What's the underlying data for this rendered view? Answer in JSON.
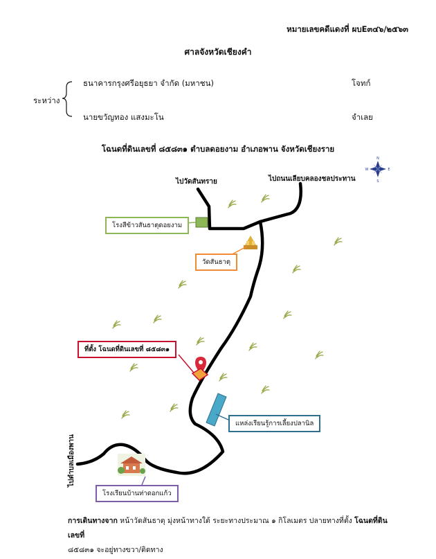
{
  "header": {
    "case_number": "หมายเลขคดีแดงที่ ผบE๓๔๖/๒๕๖๓",
    "court": "ศาลจังหวัดเชียงคำ"
  },
  "parties": {
    "between_label": "ระหว่าง",
    "plaintiff": {
      "name": "ธนาคารกรุงศรีอยุธยา จำกัด (มหาชน)",
      "role": "โจทก์"
    },
    "defendant": {
      "name": "นายขวัญทอง  แสงมะโน",
      "role": "จำเลย"
    }
  },
  "map": {
    "title": "โฉนดที่ดินเลขที่ ๘๕๘๓๑ ตำบลดอยงาม อำเภอพาน จังหวัดเชียงราย",
    "compass": {
      "n": "N",
      "s": "S",
      "e": "E",
      "w": "W"
    },
    "road_labels": {
      "to_wat_san_sai": "ไปวัดสันทราย",
      "to_canal_road": "ไปถนนเลียบคลองชลประทาน",
      "to_mueang_phan": "ไปตำบลเมืองพาน"
    },
    "landmarks": {
      "rice_mill": {
        "label": "โรงสีข้าวสันธาตุดอยงาม",
        "color": "#8db657"
      },
      "temple": {
        "label": "วัดสันธาตุ",
        "color": "#f08a33"
      },
      "land_site": {
        "label": "ที่ตั้ง โฉนดที่ดินเลขที่ ๘๕๘๓๑",
        "color": "#c8102e"
      },
      "fish_center": {
        "label": "แหล่งเรียนรู้การเลี้ยงปลานิล",
        "color": "#2e6f8f"
      },
      "school": {
        "label": "โรงเรียนบ้านท่าดอกแก้ว",
        "color": "#7b5ea7"
      }
    }
  },
  "footer": {
    "directions_label": "การเดินทางจาก",
    "directions_text": " หน้าวัดสันธาตุ มุ่งหน้าทางใต้ ระยะทางประมาณ ๑ กิโลเมตร ปลายทางที่ตั้ง ",
    "deed_bold": "โฉนดที่ดินเลขที่",
    "directions_end": "๘๕๘๓๑ จะอยู่ทางขวา/ติดทาง"
  }
}
